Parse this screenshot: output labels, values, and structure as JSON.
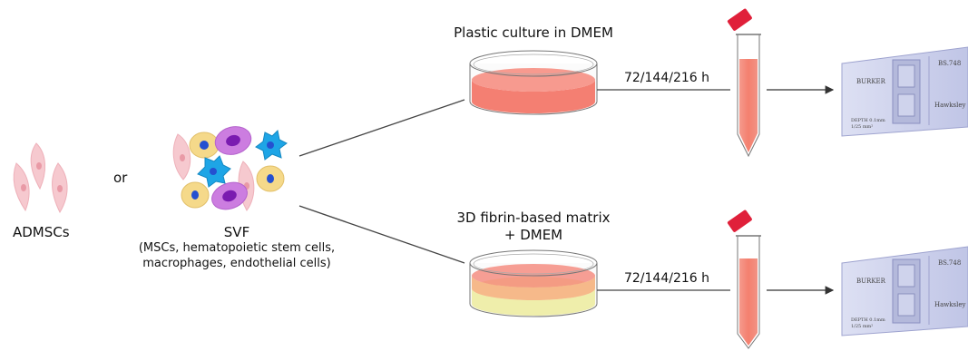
{
  "labels": {
    "admscs": "ADMSCs",
    "or": "or",
    "svf": "SVF",
    "svf_detail_line1": "(MSCs, hematopoietic stem cells,",
    "svf_detail_line2": "macrophages, endothelial cells)",
    "top_condition": "Plastic culture in DMEM",
    "bottom_condition_line1": "3D fibrin-based matrix",
    "bottom_condition_line2": "+ DMEM",
    "top_time": "72/144/216 h",
    "bottom_time": "72/144/216 h"
  },
  "chamber": {
    "left_text_1": "BURKER",
    "left_text_2": "DEPTH 0.1mm",
    "left_text_3": "1/25 mm²",
    "right_text_1": "BS.748",
    "right_text_2": "Hawksley"
  },
  "colors": {
    "fibroblast": "#f6c9cf",
    "fibroblast_nucleus": "#e99aa6",
    "medium": "#f47f72",
    "matrix": "#f0eeb0",
    "cap": "#e0203a",
    "slide": "#c9cdea",
    "macrophage": "#cc7de0",
    "macro_nucleus": "#7a1bb0",
    "endothelial": "#f5d98a",
    "blue_cell": "#1ea5e6",
    "nucleus_blue": "#2550d0"
  }
}
